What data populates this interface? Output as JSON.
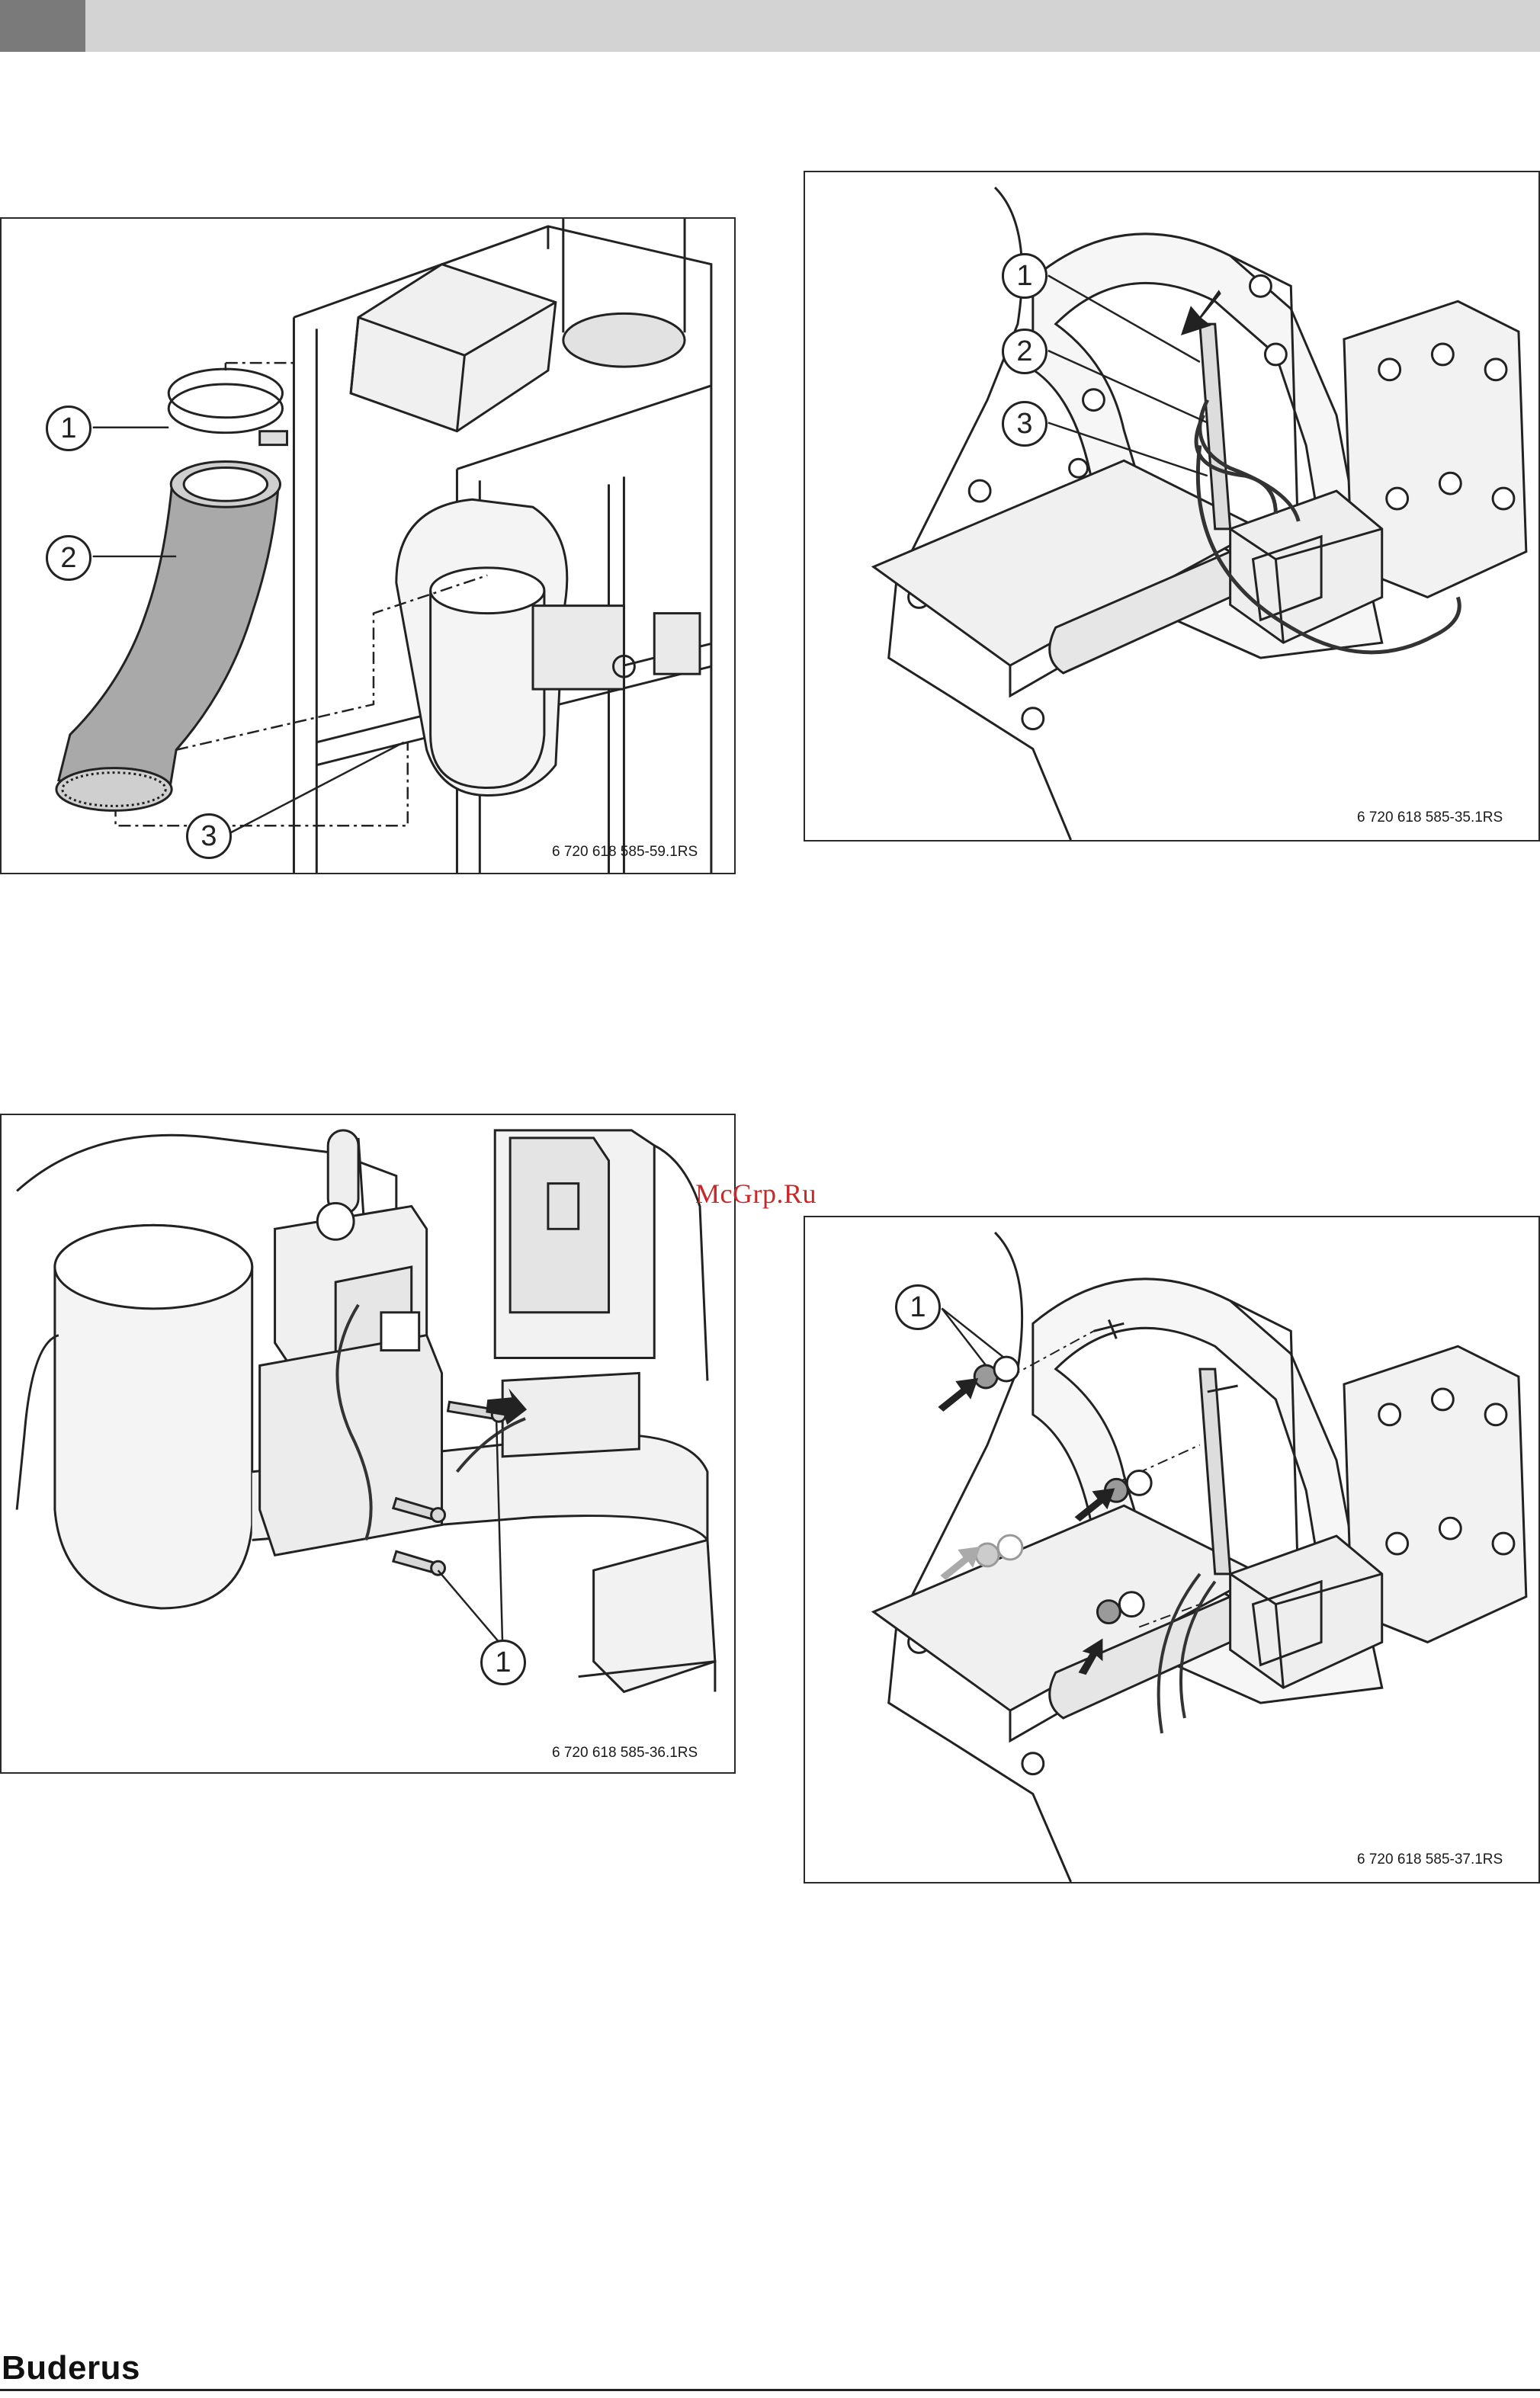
{
  "header": {
    "accent_color": "#7a7a7a",
    "bar_color": "#d3d3d3"
  },
  "figures": [
    {
      "id": "fig-59",
      "code": "6 720 618 585-59.1RS",
      "callouts": [
        "1",
        "2",
        "3"
      ]
    },
    {
      "id": "fig-35",
      "code": "6 720 618 585-35.1RS",
      "callouts": [
        "1",
        "2",
        "3"
      ]
    },
    {
      "id": "fig-36",
      "code": "6 720 618 585-36.1RS",
      "callouts": [
        "1"
      ]
    },
    {
      "id": "fig-37",
      "code": "6 720 618 585-37.1RS",
      "callouts": [
        "1"
      ]
    }
  ],
  "watermark": "McGrp.Ru",
  "footer": {
    "brand": "Buderus"
  }
}
